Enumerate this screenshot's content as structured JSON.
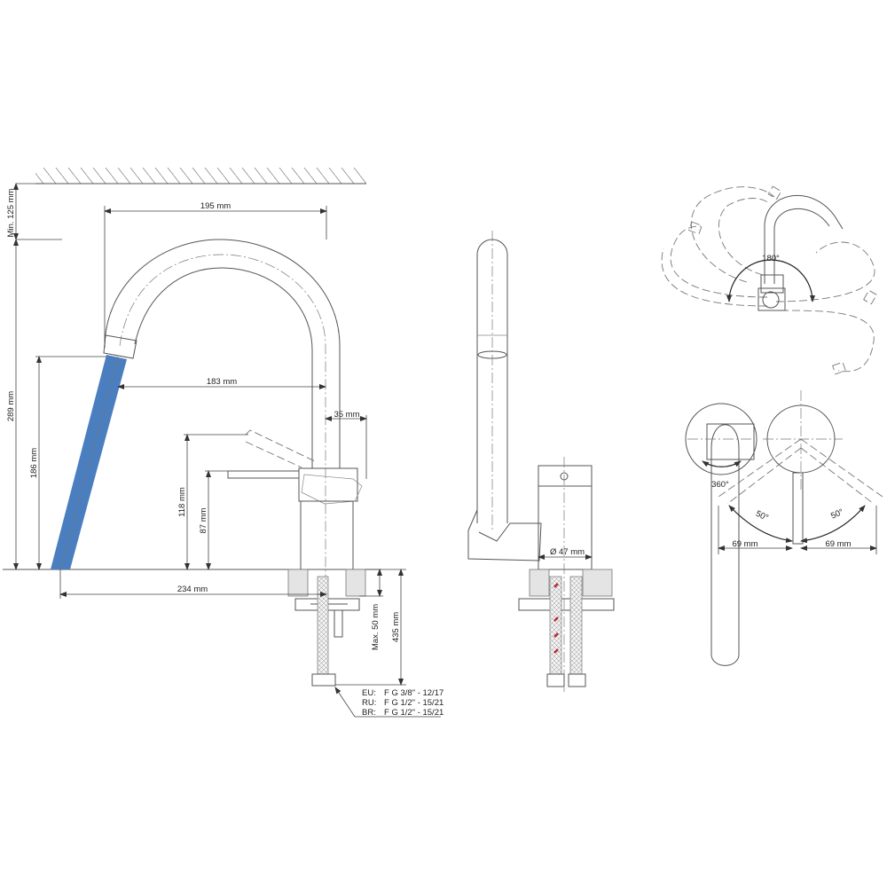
{
  "colors": {
    "water_stream": "#4a7ebf",
    "line": "#555555"
  },
  "side_view": {
    "min_clearance": "Min. 125 mm",
    "spout_reach": "195 mm",
    "total_height": "289 mm",
    "outlet_height": "186 mm",
    "outlet_reach": "183 mm",
    "handle_offset": "35 mm",
    "handle_raised_height": "118 mm",
    "handle_height": "87 mm",
    "stream_reach": "234 mm",
    "max_counter_thickness": "Max. 50 mm",
    "hose_length": "435 mm",
    "connections": [
      {
        "region": "EU:",
        "spec": "F G 3/8\" - 12/17"
      },
      {
        "region": "RU:",
        "spec": "F G 1/2\" - 15/21"
      },
      {
        "region": "BR:",
        "spec": "F G 1/2\" - 15/21"
      }
    ]
  },
  "front_view": {
    "body_diameter": "Ø 47 mm"
  },
  "top_view": {
    "spout_rotation": "180°"
  },
  "handle_view": {
    "handle_rotation": "360°",
    "lever_angle_left": "50°",
    "lever_angle_right": "50°",
    "lever_travel_left": "69 mm",
    "lever_travel_right": "69 mm"
  }
}
